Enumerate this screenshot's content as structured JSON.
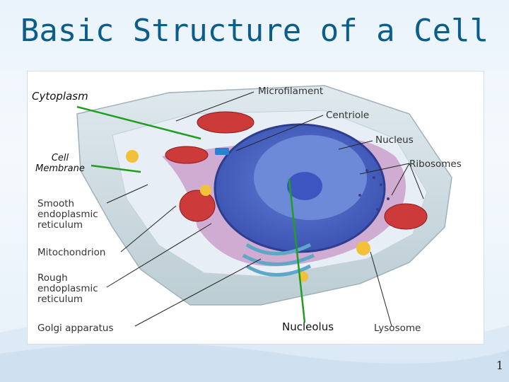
{
  "slide": {
    "title": "Basic Structure of a Cell",
    "page_number": "1"
  },
  "diagram": {
    "labels": {
      "microfilament": "Microfilament",
      "centriole": "Centriole",
      "nucleus": "Nucleus",
      "ribosomes": "Ribosomes",
      "smooth_er": "Smooth\nendoplasmic\nreticulum",
      "mitochondrion": "Mitochondrion",
      "rough_er": "Rough\nendoplasmic\nreticulum",
      "golgi": "Golgi apparatus",
      "lysosome": "Lysosome"
    }
  },
  "annotations": {
    "cytoplasm": "Cytoplasm",
    "cell_membrane": "Cell\nMembrane",
    "nucleolus": "Nucleolus",
    "arrow_color": "#1f9e1f"
  }
}
